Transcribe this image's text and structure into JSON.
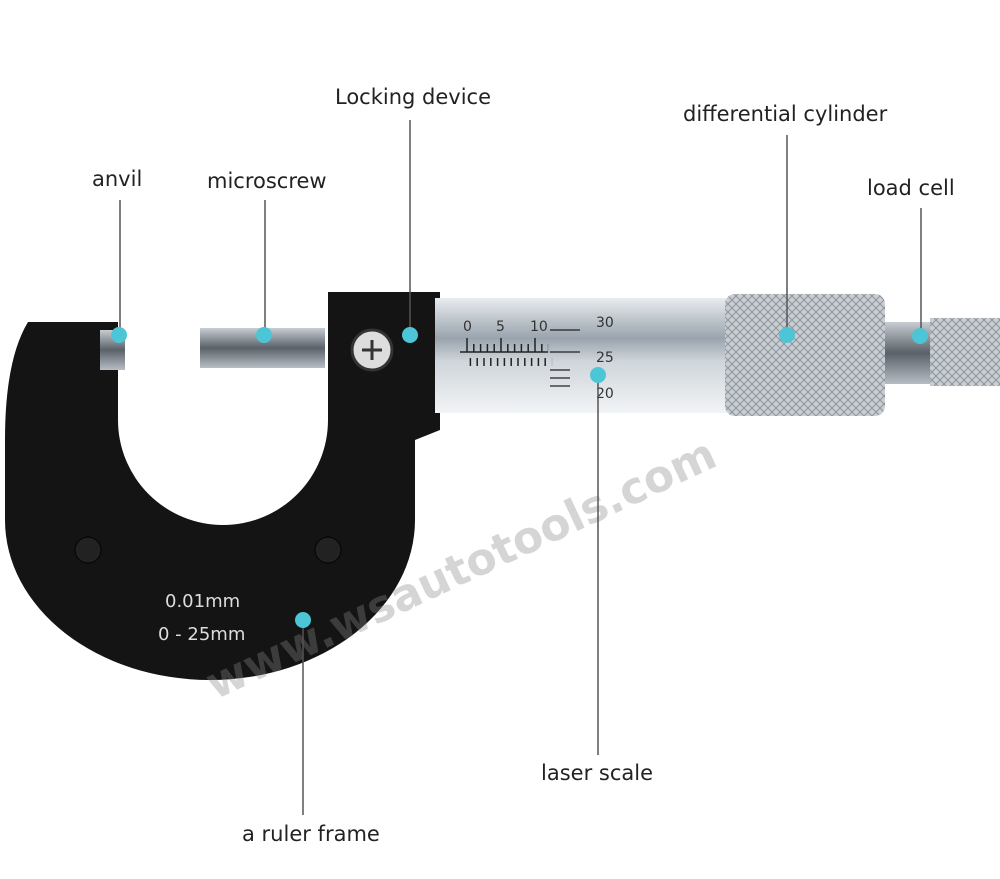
{
  "labels": {
    "anvil": "anvil",
    "microscrew": "microscrew",
    "locking_device": "Locking device",
    "differential_cylinder": "differential cylinder",
    "load_cell": "load cell",
    "laser_scale": "laser scale",
    "ruler_frame": "a ruler frame"
  },
  "frame_text": {
    "resolution": "0.01mm",
    "range": "0 - 25mm"
  },
  "sleeve_scale": [
    "0",
    "5",
    "10"
  ],
  "thimble_scale": [
    "30",
    "25",
    "20"
  ],
  "watermark": "www.wsautotools.com",
  "colors": {
    "marker": "#4cc6d6",
    "frame": "#141414",
    "leader": "#555555"
  }
}
